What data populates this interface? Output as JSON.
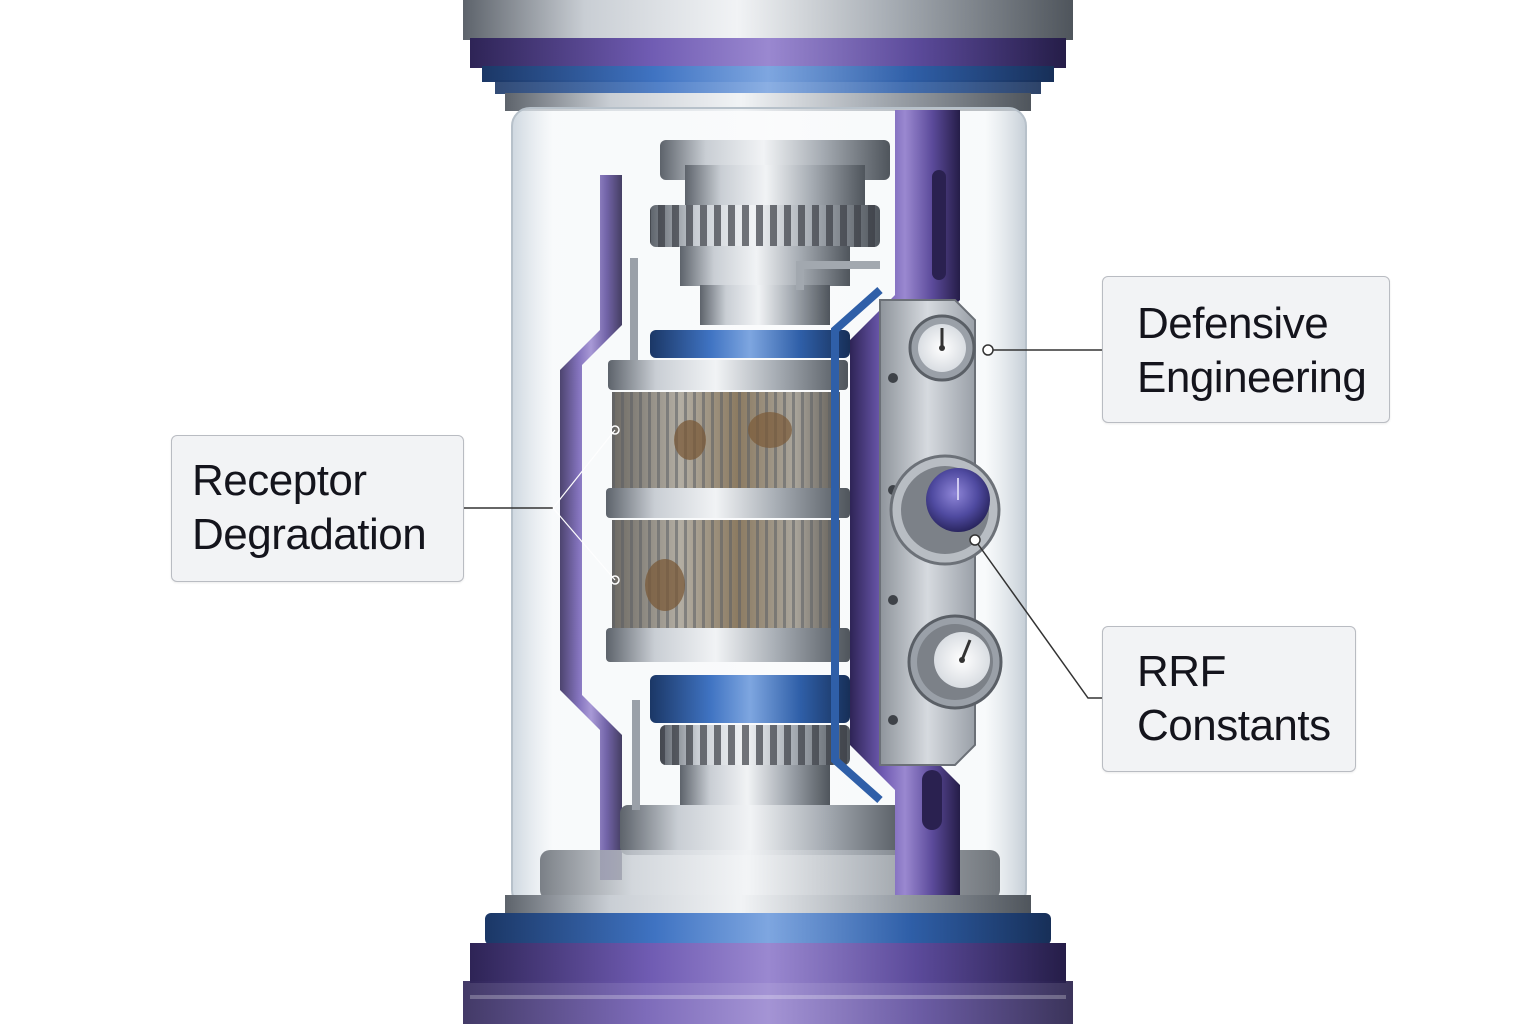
{
  "callouts": {
    "receptor": {
      "line1": "Receptor",
      "line2": "Degradation"
    },
    "defensive": {
      "line1": "Defensive",
      "line2": "Engineering"
    },
    "rrf": {
      "line1": "RRF",
      "line2": "Constants"
    }
  },
  "colors": {
    "purple_band": "#5b4a9a",
    "blue_band": "#2f5fa8",
    "steel": "#9aa0a8",
    "glass": "#dfe6ec",
    "callout_bg": "#f2f3f5",
    "callout_border": "#b9bcc2",
    "rust": "#7a5a38",
    "text": "#14141c"
  }
}
